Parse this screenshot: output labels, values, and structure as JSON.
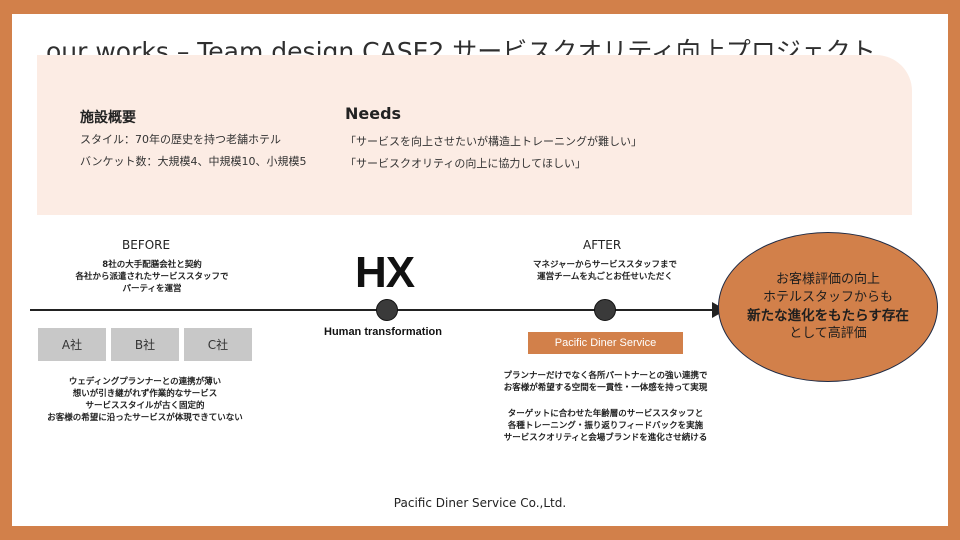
{
  "title": "our works – Team design CASE2 サービスクオリティ向上プロジェクト",
  "facility": {
    "heading": "施設概要",
    "lines": [
      "スタイル：70年の歴史を持つ老舗ホテル",
      "バンケット数：大規模4、中規模10、小規模5"
    ]
  },
  "needs": {
    "heading": "Needs",
    "lines": [
      "「サービスを向上させたいが構造上トレーニングが難しい」",
      "「サービスクオリティの向上に協力してほしい」"
    ]
  },
  "before": {
    "label": "BEFORE",
    "top_lines": [
      "8社の大手配膳会社と契約",
      "各社から派遣されたサービススタッフで",
      "パーティを運営"
    ],
    "companies": [
      "A社",
      "B社",
      "C社"
    ],
    "bottom_lines": [
      "ウェディングプランナーとの連携が薄い",
      "想いが引き継がれず作業的なサービス",
      "サービススタイルが古く固定的",
      "お客様の希望に沿ったサービスが体現できていない"
    ]
  },
  "hx": {
    "logo": "HX",
    "caption": "Human transformation"
  },
  "after": {
    "label": "AFTER",
    "top_lines": [
      "マネジャーからサービススタッフまで",
      "運営チームを丸ごとお任せいただく"
    ],
    "box_label": "Pacific Diner Service",
    "bottom_lines_1": [
      "プランナーだけでなく各所パートナーとの強い連携で",
      "お客様が希望する空間を一貫性・一体感を持って実現"
    ],
    "bottom_lines_2": [
      "ターゲットに合わせた年齢層のサービススタッフと",
      "各種トレーニング・振り返りフィードバックを実施",
      "サービスクオリティと会場ブランドを進化させ続ける"
    ]
  },
  "result": {
    "lines": [
      "お客様評価の向上",
      "ホテルスタッフからも"
    ],
    "strong": "新たな進化をもたらす存在",
    "last": "として高評価"
  },
  "footer": "Pacific Diner Service Co.,Ltd.",
  "colors": {
    "accent": "#d2804a",
    "panel": "#fcece4",
    "box_gray": "#c8c8c8"
  }
}
